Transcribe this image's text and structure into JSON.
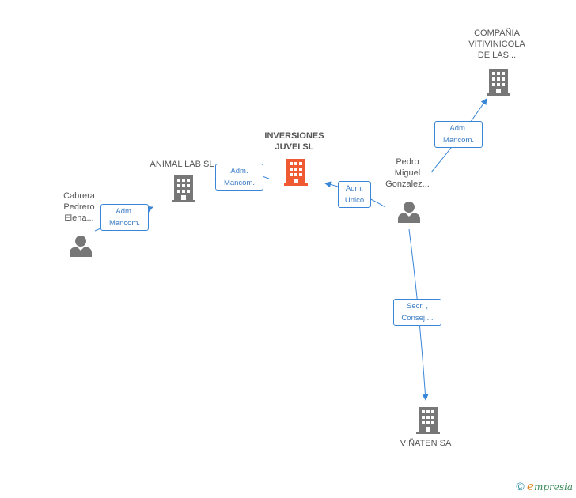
{
  "nodes": {
    "inversiones": {
      "label1": "INVERSIONES",
      "label2": "JUVEI SL",
      "color": "#f05a32"
    },
    "animal_lab": {
      "label1": "ANIMAL LAB SL"
    },
    "cabrera": {
      "label1": "Cabrera",
      "label2": "Pedrero",
      "label3": "Elena..."
    },
    "pedro": {
      "label1": "Pedro",
      "label2": "Miguel",
      "label3": "Gonzalez..."
    },
    "compania": {
      "label1": "COMPAÑIA",
      "label2": "VITIVINICOLA",
      "label3": "DE LAS..."
    },
    "vinaten": {
      "label1": "VIÑATEN SA"
    }
  },
  "edges": {
    "cabrera_animal": {
      "line1": "Adm.",
      "line2": "Mancom."
    },
    "animal_inversiones": {
      "line1": "Adm.",
      "line2": "Mancom."
    },
    "pedro_inversiones": {
      "line1": "Adm.",
      "line2": "Unico"
    },
    "pedro_compania": {
      "line1": "Adm.",
      "line2": "Mancom."
    },
    "pedro_vinaten": {
      "line1": "Secr. ,",
      "line2": "Consej...."
    }
  },
  "colors": {
    "edge": "#3a86d6",
    "building": "#777777",
    "person": "#777777",
    "highlight": "#f05a32"
  },
  "footer": {
    "symbol": "©",
    "brand_initial": "e",
    "brand_rest": "mpresia"
  }
}
